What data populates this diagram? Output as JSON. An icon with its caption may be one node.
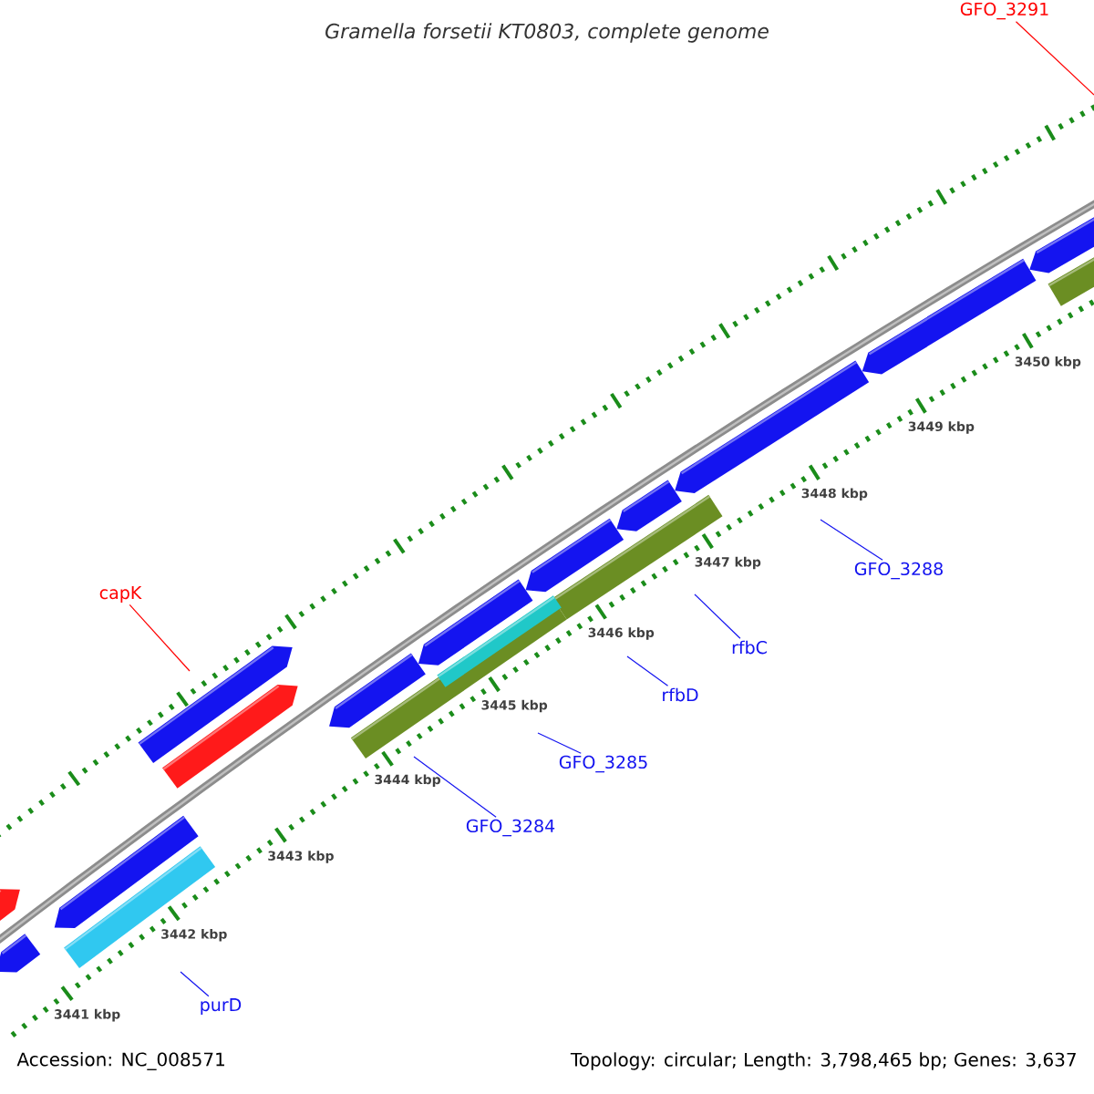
{
  "diagram": {
    "title": "Gramella forsetii KT0803, complete genome",
    "nodes": [
      {
        "text": [
          "capK"
        ]
      },
      {
        "text": [
          "purD"
        ]
      },
      {
        "text": [
          "GFO_3284"
        ]
      },
      {
        "text": [
          "GFO_3285"
        ]
      },
      {
        "text": [
          "rfbD"
        ]
      },
      {
        "text": [
          "rfbC"
        ]
      },
      {
        "text": [
          "GFO_3288"
        ]
      },
      {
        "text": [
          "GFO_3291"
        ]
      }
    ],
    "edges": [
      {
        "from": 0,
        "to": null,
        "arrow": "none",
        "color": "#ff0000"
      },
      {
        "from": 1,
        "to": null,
        "arrow": "none"
      },
      {
        "from": 2,
        "to": null,
        "arrow": "none"
      },
      {
        "from": 3,
        "to": null,
        "arrow": "none"
      },
      {
        "from": 4,
        "to": null,
        "arrow": "none"
      },
      {
        "from": 5,
        "to": null,
        "arrow": "none"
      },
      {
        "from": 6,
        "to": null,
        "arrow": "none"
      },
      {
        "from": 7,
        "to": null,
        "arrow": "none",
        "color": "#ff0000"
      }
    ],
    "labels": [
      "3441 kbp",
      "3442 kbp",
      "3443 kbp",
      "3444 kbp",
      "3445 kbp",
      "3446 kbp",
      "3447 kbp",
      "3448 kbp",
      "3449 kbp",
      "3450 kbp",
      "Accession: NC_008571",
      "Topology: circular; Length: 3,798,465 bp; Genes: 3,637"
    ]
  }
}
